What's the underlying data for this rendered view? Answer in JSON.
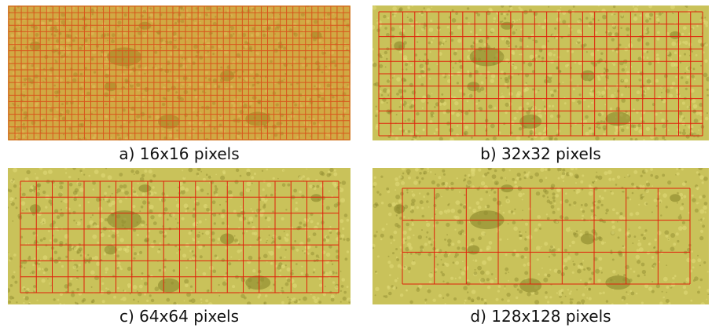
{
  "figure": {
    "panels": [
      {
        "id": "a",
        "caption": "a) 16x16 pixels",
        "grid_cell": "16x16"
      },
      {
        "id": "b",
        "caption": "b) 32x32 pixels",
        "grid_cell": "32x32"
      },
      {
        "id": "c",
        "caption": "c) 64x64 pixels",
        "grid_cell": "64x64"
      },
      {
        "id": "d",
        "caption": "d) 128x128 pixels",
        "grid_cell": "128x128"
      }
    ],
    "colors": {
      "texture_base": "#c9c25a",
      "texture_dark": "#8f8a2e",
      "texture_light": "#e2dc7a",
      "grid_line": "#e0200a",
      "grid_line_dense": "#d8561c"
    }
  }
}
